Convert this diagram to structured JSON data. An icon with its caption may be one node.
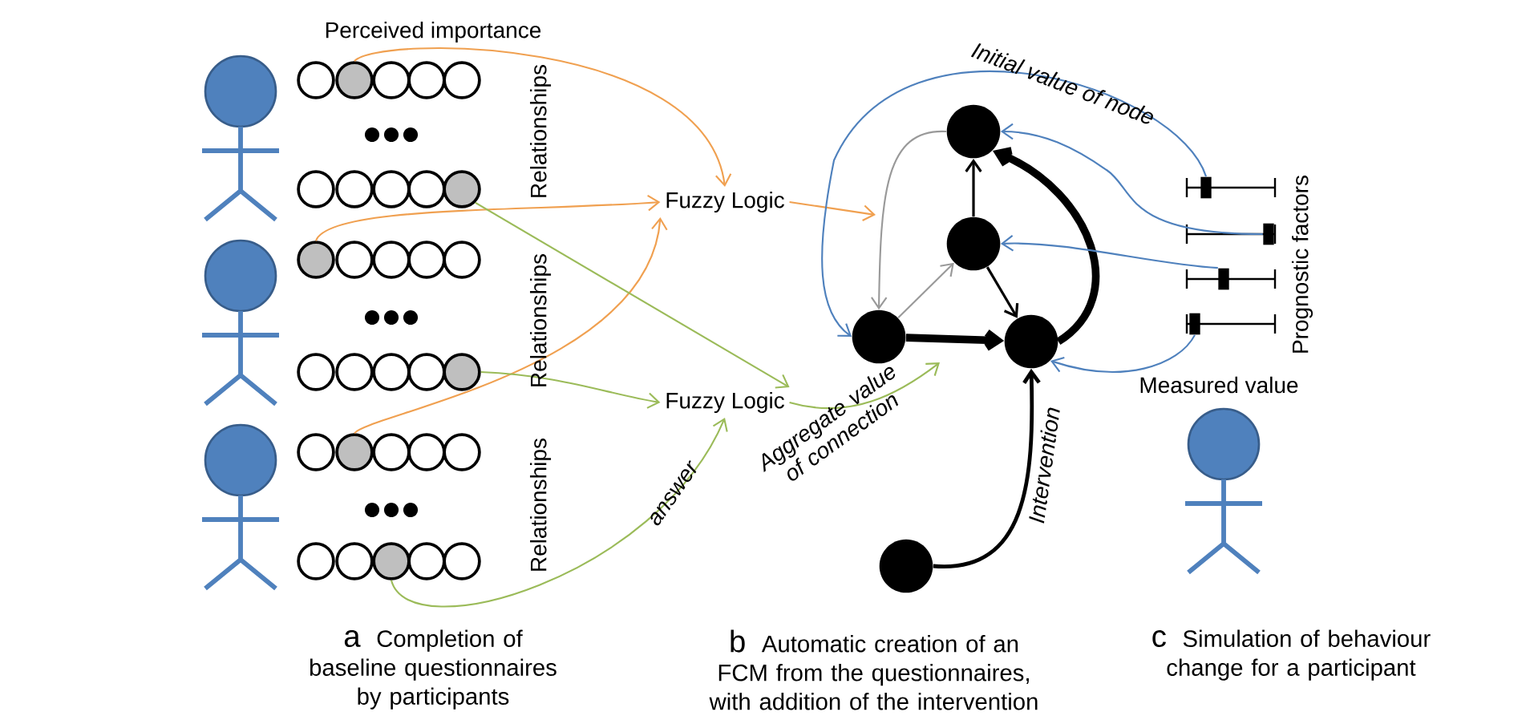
{
  "diagram": {
    "nodes": [
      {
        "text": [],
        "shape": "circle"
      },
      {
        "text": [],
        "shape": "circle"
      },
      {
        "text": [],
        "shape": "circle"
      },
      {
        "text": [],
        "shape": "circle"
      },
      {
        "text": [],
        "shape": "circle"
      },
      {
        "text": [],
        "shape": "circle"
      },
      {
        "text": [
          "Fuzzy Logic"
        ]
      },
      {
        "text": [
          "Fuzzy Logic"
        ]
      },
      {
        "text": [],
        "shape": "circle"
      },
      {
        "text": [],
        "shape": "circle"
      },
      {
        "text": [],
        "shape": "circle"
      },
      {
        "text": [],
        "shape": "circle"
      },
      {
        "text": [],
        "shape": "circle"
      },
      {
        "text": [],
        "shape": "bar"
      },
      {
        "text": [],
        "shape": "bar"
      },
      {
        "text": [],
        "shape": "bar"
      },
      {
        "text": [],
        "shape": "bar"
      }
    ],
    "edges": [
      {
        "from": 0,
        "to": 6,
        "arrow": "to",
        "color": "#f0a050"
      },
      {
        "from": 2,
        "to": 6,
        "arrow": "to",
        "color": "#f0a050"
      },
      {
        "from": 4,
        "to": 6,
        "arrow": "to",
        "color": "#f0a050"
      },
      {
        "from": 1,
        "to": 7,
        "arrow": "to",
        "color": "#9bbb59"
      },
      {
        "from": 3,
        "to": 7,
        "arrow": "to",
        "color": "#9bbb59"
      },
      {
        "from": 5,
        "to": 7,
        "arrow": "to",
        "color": "#9bbb59",
        "label": "answer"
      },
      {
        "from": 6,
        "to": null,
        "arrow": "to",
        "color": "#f0a050"
      },
      {
        "from": 7,
        "to": null,
        "arrow": "to",
        "color": "#9bbb59",
        "label": "Aggregate value of connection"
      },
      {
        "from": 9,
        "to": 8,
        "arrow": "to"
      },
      {
        "from": 10,
        "to": 9,
        "arrow": "to",
        "color": "#999999"
      },
      {
        "from": 8,
        "to": 10,
        "arrow": "to",
        "color": "#999999"
      },
      {
        "from": 9,
        "to": 11,
        "arrow": "to"
      },
      {
        "from": 10,
        "to": 11,
        "arrow": "to",
        "style": "thick"
      },
      {
        "from": 11,
        "to": 8,
        "arrow": "to",
        "style": "thick"
      },
      {
        "from": 12,
        "to": 11,
        "arrow": "to",
        "label": "Intervention"
      },
      {
        "from": 13,
        "to": 10,
        "arrow": "to",
        "color": "#4f81bd",
        "label": "Initial value of node"
      },
      {
        "from": 14,
        "to": 8,
        "arrow": "to",
        "color": "#4f81bd"
      },
      {
        "from": 15,
        "to": 9,
        "arrow": "to",
        "color": "#4f81bd"
      },
      {
        "from": 16,
        "to": 11,
        "arrow": "to",
        "color": "#4f81bd"
      }
    ],
    "labels": [
      "Perceived importance",
      "Relationships",
      "Relationships",
      "Relationships",
      "Prognostic factors",
      "Measured value",
      "a",
      "Completion of baseline questionnaires by participants",
      "b",
      "Automatic creation of an FCM from the questionnaires, with addition of the intervention",
      "c",
      "Simulation of behaviour change for a participant"
    ]
  }
}
